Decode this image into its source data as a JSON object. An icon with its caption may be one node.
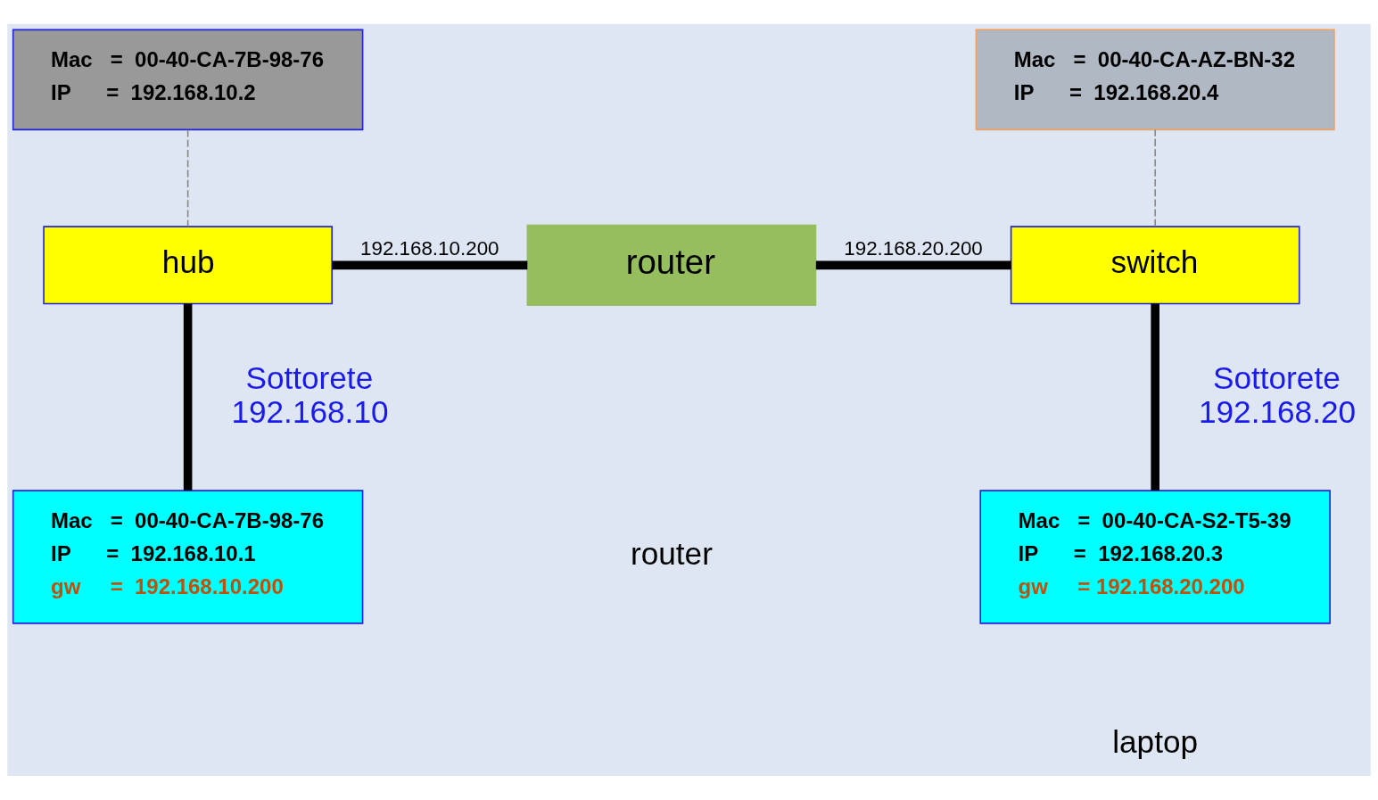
{
  "diagram": {
    "nodes": [
      {
        "text": [
          "Mac   =  00-40-CA-7B-98-76",
          "IP      =  192.168.10.2"
        ]
      },
      {
        "text": [
          "hub"
        ]
      },
      {
        "text": [
          "router"
        ]
      },
      {
        "text": [
          "switch"
        ]
      },
      {
        "text": [
          "Mac   =  00-40-CA-AZ-BN-32",
          "IP      =  192.168.20.4"
        ]
      },
      {
        "text": [
          "Mac   =  00-40-CA-7B-98-76",
          "IP      =  192.168.10.1",
          "gw     =  192.168.10.200"
        ]
      },
      {
        "text": [
          "Mac   =  00-40-CA-S2-T5-39",
          "IP      =  192.168.20.3",
          "gw     = 192.168.20.200"
        ],
        "beside": [
          "laptop"
        ]
      }
    ],
    "edges": [
      {
        "from": 0,
        "to": 1,
        "arrow": "none",
        "style": "dashed",
        "color": "#888888"
      },
      {
        "from": 1,
        "to": 2,
        "arrow": "none",
        "label": "192.168.10.200"
      },
      {
        "from": 2,
        "to": 3,
        "arrow": "none",
        "label": "192.168.20.200"
      },
      {
        "from": 3,
        "to": 4,
        "arrow": "none",
        "style": "dashed",
        "color": "#888888"
      },
      {
        "from": 1,
        "to": 5,
        "arrow": "none",
        "label": "Sottorete 192.168.10"
      },
      {
        "from": 3,
        "to": 6,
        "arrow": "none",
        "label": "Sottorete 192.168.20"
      }
    ],
    "labels": [
      "router"
    ]
  }
}
